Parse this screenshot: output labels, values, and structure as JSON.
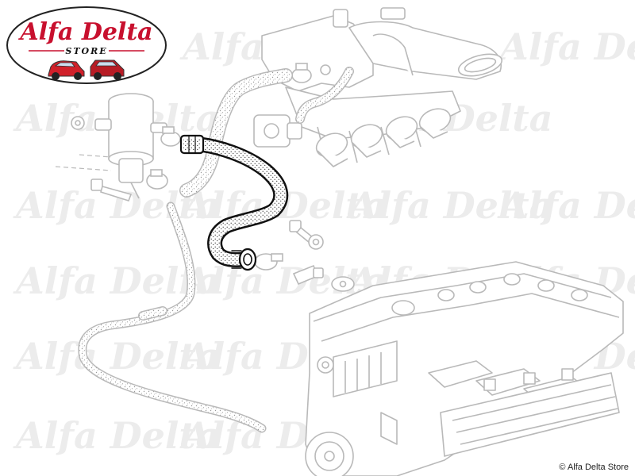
{
  "brand": {
    "logo_text": "Alfa Delta",
    "logo_sub": "STORE",
    "watermark_text": "Alfa Delta"
  },
  "copyright": "© Alfa Delta Store",
  "colors": {
    "logo_red": "#c8102e",
    "line_gray": "#b9b9b9",
    "highlight": "#111111",
    "watermark": "#ececec"
  },
  "diagram": {
    "highlighted_part": "hose",
    "icons": [
      "engine-block-icon",
      "intake-manifold-icon",
      "oil-separator-icon",
      "hose-icon",
      "hose-clamp-icon",
      "bolt-icon",
      "washer-icon",
      "car-icon"
    ]
  }
}
